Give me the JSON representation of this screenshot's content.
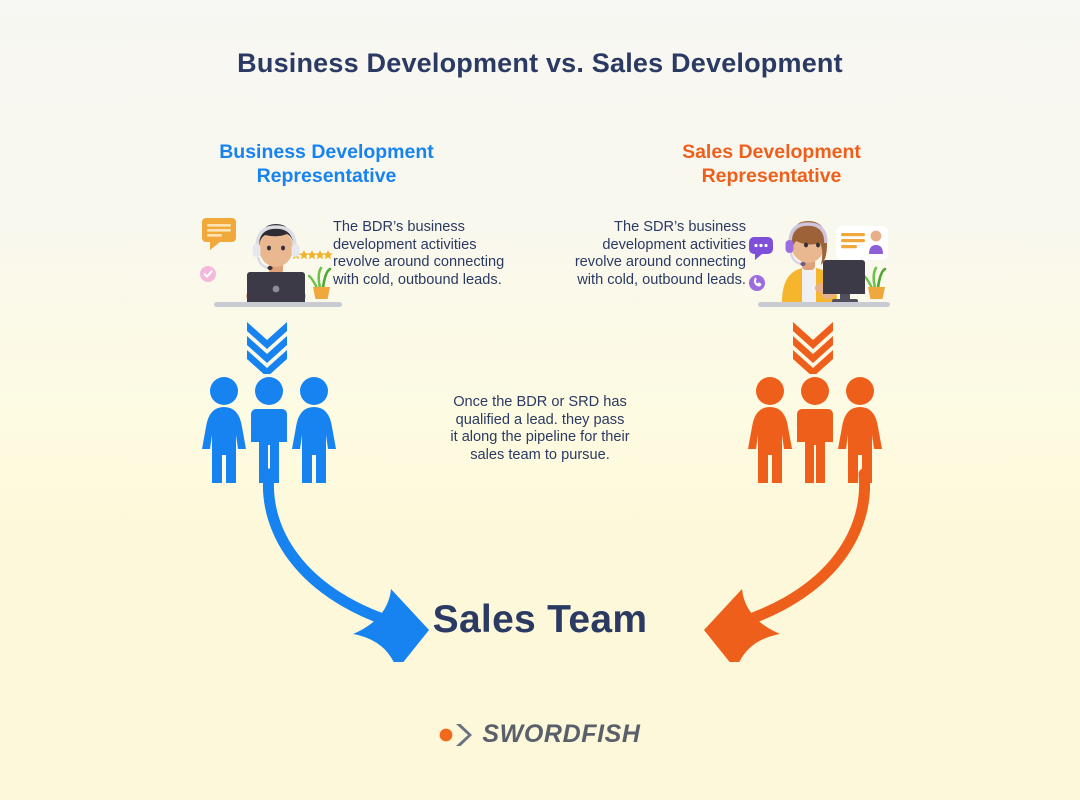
{
  "page": {
    "title": "Business Development vs. Sales Development",
    "background_top": "#f7f7f3",
    "background_bottom": "#fdf8d9",
    "title_color": "#2b3a63"
  },
  "columns": {
    "left": {
      "heading_line1": "Business Development",
      "heading_line2": "Representative",
      "color": "#1683f0",
      "paragraph": "The BDR’s business development activities revolve around connecting with cold, outbound leads.",
      "illustration": "male-support-agent-at-laptop-illustration",
      "chevrons": "triple-chevron-down-icon",
      "people": "three-people-group-icon",
      "arrow": "curved-arrow-right-down-icon"
    },
    "right": {
      "heading_line1": "Sales Development",
      "heading_line2": "Representative",
      "color": "#ef5f1c",
      "paragraph": "The SDR’s business development activities revolve around connecting with cold, outbound leads.",
      "illustration": "female-support-agent-at-monitor-illustration",
      "chevrons": "triple-chevron-down-icon",
      "people": "three-people-group-icon",
      "arrow": "curved-arrow-left-down-icon"
    }
  },
  "center": {
    "paragraph": "Once the BDR or SRD has qualified a lead. they pass it along the pipeline for their sales team to pursue.",
    "sales_team_label": "Sales Team"
  },
  "logo": {
    "wordmark": "SWORDFISH",
    "mark": "swordfish-chevron-logo-icon",
    "dot_color": "#f2691b",
    "chevron_color": "#6b7280",
    "word_color": "#59606b"
  }
}
